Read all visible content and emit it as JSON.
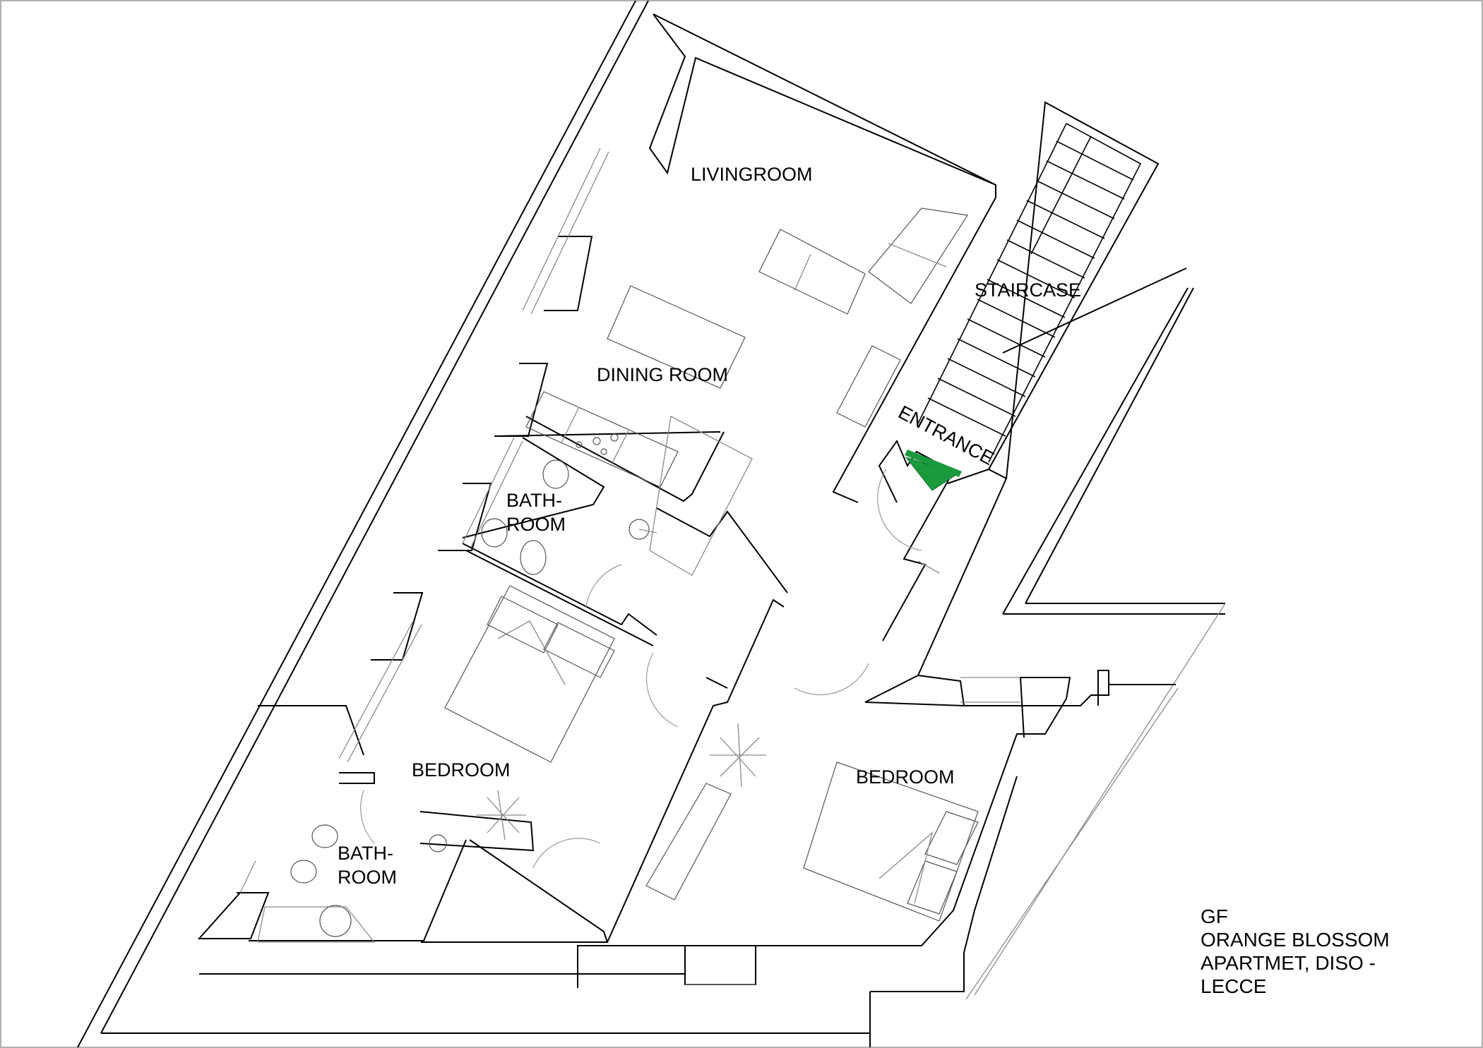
{
  "rooms": {
    "livingroom": "LIVINGROOM",
    "dining_room": "DINING ROOM",
    "staircase": "STAIRCASE",
    "entrance": "ENTRANCE",
    "bathroom_upper_line1": "BATH-",
    "bathroom_upper_line2": "ROOM",
    "bedroom_left": "BEDROOM",
    "bedroom_right": "BEDROOM",
    "bathroom_lower_line1": "BATH-",
    "bathroom_lower_line2": "ROOM"
  },
  "title_block": {
    "line1": "GF",
    "line2": "ORANGE BLOSSOM",
    "line3": "APARTMET, DISO -",
    "line4": "LECCE"
  },
  "colors": {
    "entrance_marker": "#1a9a3c",
    "walls": "#000000",
    "furniture": "#8a8a8a"
  },
  "icons": {
    "entrance_marker": "green-triangle-arrow-icon"
  }
}
